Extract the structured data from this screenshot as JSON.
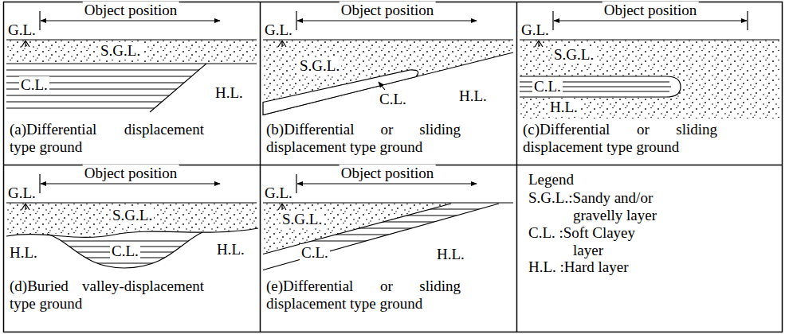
{
  "diagram": {
    "nodes": [
      {
        "text": [
          "G.L.",
          "Object position",
          "S.G.L.",
          "C.L.",
          "H.L.",
          "(a)Differential displacement type ground"
        ]
      },
      {
        "text": [
          "G.L.",
          "Object position",
          "S.G.L.",
          "C.L.",
          "H.L.",
          "(b)Differential or sliding displacement type ground"
        ]
      },
      {
        "text": [
          "G.L.",
          "Object position",
          "S.G.L.",
          "C.L.",
          "H.L.",
          "(c)Differential or sliding displacement type ground"
        ]
      },
      {
        "text": [
          "G.L.",
          "Object position",
          "S.G.L.",
          "H.L.",
          "C.L.",
          "H.L.",
          "(d)Buried valley-displacement type ground"
        ]
      },
      {
        "text": [
          "G.L.",
          "Object position",
          "S.G.L.",
          "C.L.",
          "H.L.",
          "(e)Differential or sliding displacement type ground"
        ]
      }
    ],
    "labels": [
      "Legend"
    ],
    "legend": [
      {
        "text": "S.G.L.:Sandy and/or gravelly layer"
      },
      {
        "text": "C.L. :Soft Clayey layer"
      },
      {
        "text": "H.L. :Hard layer"
      }
    ]
  }
}
